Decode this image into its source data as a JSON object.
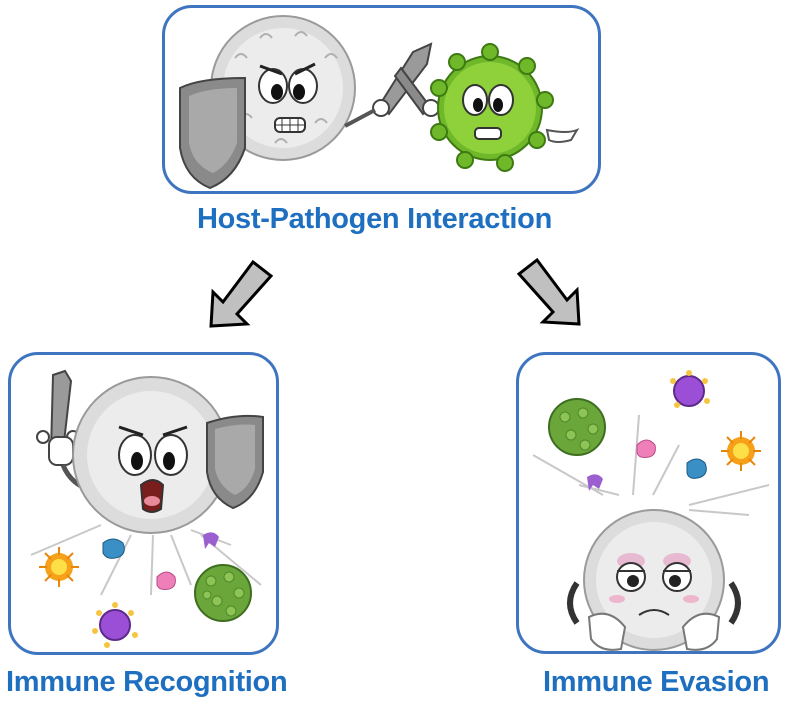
{
  "diagram": {
    "top": {
      "title": "Host-Pathogen Interaction",
      "illustration": "white-blood-cell-with-shield-and-sword-fighting-green-virus"
    },
    "left": {
      "title": "Immune Recognition",
      "illustration": "white-blood-cell-with-sword-and-shield-attacking-pathogens"
    },
    "right": {
      "title": "Immune Evasion",
      "illustration": "sad-white-blood-cell-with-pathogens-escaping"
    },
    "arrows": [
      {
        "from": "Host-Pathogen Interaction",
        "to": "Immune Recognition",
        "direction": "down-left"
      },
      {
        "from": "Host-Pathogen Interaction",
        "to": "Immune Evasion",
        "direction": "down-right"
      }
    ],
    "colors": {
      "accent": "#1f6fc0",
      "border": "#3f75c0",
      "arrow_fill": "#c0c0c0",
      "arrow_stroke": "#000000",
      "virus_green": "#7cc22a",
      "cell_grey": "#d9d9d9"
    }
  }
}
